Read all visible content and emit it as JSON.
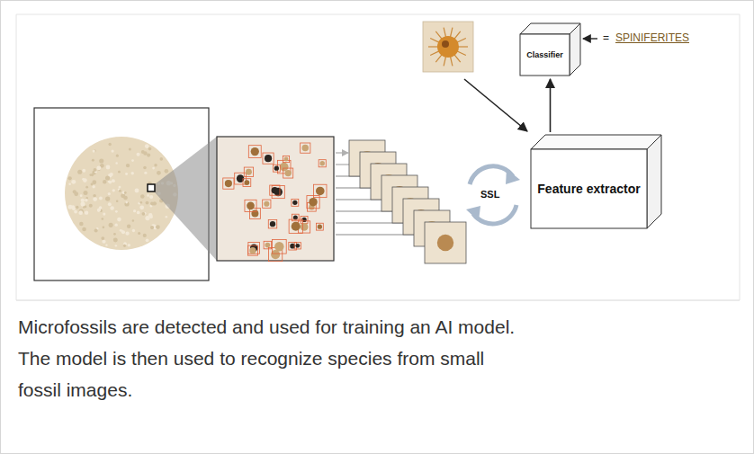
{
  "diagram": {
    "caption": "Microfossils are detected and used for training an AI model. The model is then used to recognize species from small fossil images.",
    "nodes": [
      {
        "text": [
          "Classifier"
        ]
      },
      {
        "text": [
          "Feature extractor"
        ]
      }
    ],
    "edges": [
      {
        "from": 1,
        "to": 0,
        "arrow": "to"
      }
    ],
    "labels": [
      "=",
      "SPINIFERITES",
      "SSL"
    ]
  }
}
